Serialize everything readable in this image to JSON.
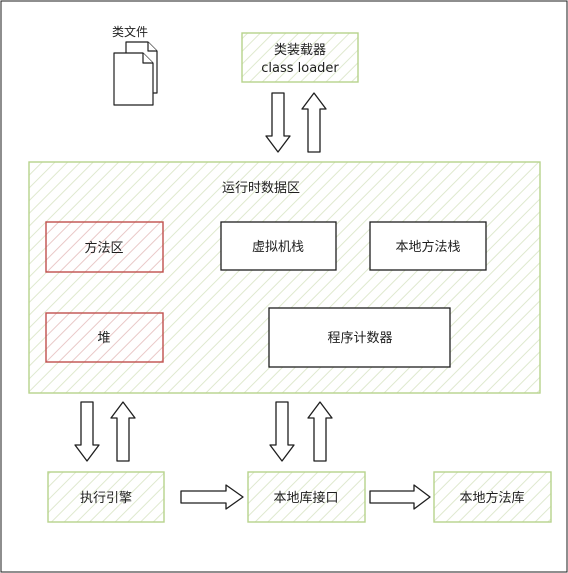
{
  "nodes": {
    "class_files": "类文件",
    "class_loader_cn": "类装载器",
    "class_loader_en": "class loader",
    "runtime_data_area": "运行时数据区",
    "method_area": "方法区",
    "vm_stack": "虚拟机栈",
    "native_method_stack": "本地方法栈",
    "heap": "堆",
    "program_counter": "程序计数器",
    "execution_engine": "执行引擎",
    "native_interface": "本地库接口",
    "native_library": "本地方法库"
  },
  "colors": {
    "green_border": "#b7d38c",
    "red_border": "#c0504d",
    "hatch_green": "#dfe9cf",
    "hatch_red": "#e9c9c8",
    "stroke": "#1e1e1e"
  },
  "icons": {
    "class_files": "document-stack-icon",
    "arrows": "hollow-block-arrow-icon"
  }
}
